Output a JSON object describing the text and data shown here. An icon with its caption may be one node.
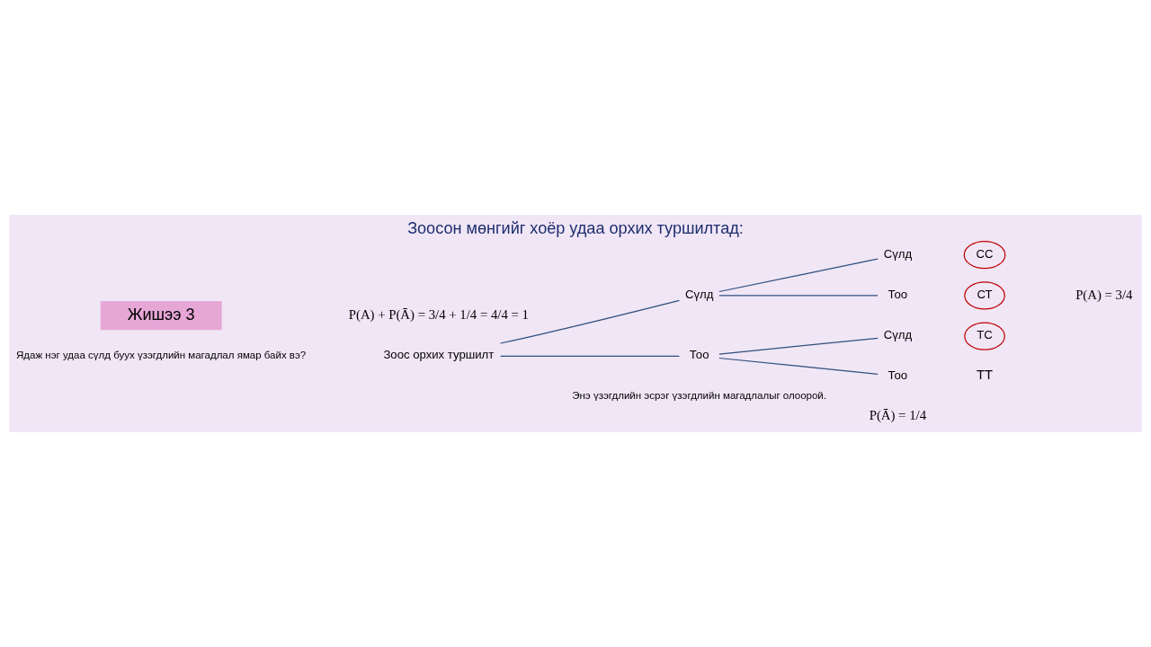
{
  "diagram": {
    "title": "Зоосон мөнгийг хоёр удаа орхих туршилтад:",
    "nodes": [
      {
        "text": [
          "Жишээ 3"
        ]
      },
      {
        "text": [
          "Зоос орхих туршилт"
        ]
      },
      {
        "text": [
          "Сүлд"
        ]
      },
      {
        "text": [
          "Тоо"
        ]
      },
      {
        "text": [
          "Сүлд"
        ]
      },
      {
        "text": [
          "Тоо"
        ]
      },
      {
        "text": [
          "Сүлд"
        ]
      },
      {
        "text": [
          "Тоо"
        ]
      },
      {
        "text": [
          "СС"
        ]
      },
      {
        "text": [
          "СТ"
        ]
      },
      {
        "text": [
          "ТС"
        ]
      }
    ],
    "edges": [
      {
        "from": 1,
        "to": 2,
        "arrow": "none"
      },
      {
        "from": 1,
        "to": 3,
        "arrow": "none"
      },
      {
        "from": 2,
        "to": 4,
        "arrow": "none"
      },
      {
        "from": 2,
        "to": 5,
        "arrow": "none"
      },
      {
        "from": 3,
        "to": 6,
        "arrow": "none"
      },
      {
        "from": 3,
        "to": 7,
        "arrow": "none"
      }
    ],
    "labels": [
      "Ядаж нэг удаа сүлд буух үзэгдлийн магадлал ямар байх вэ?",
      "ТТ",
      "P(A) = 3/4",
      "Энэ үзэгдлийн эсрэг үзэгдлийн магадлалыг олоорой.",
      "P(Ā) = 1/4",
      "P(A) + P(Ā) = 3/4 + 1/4 = 4/4 = 1"
    ]
  }
}
